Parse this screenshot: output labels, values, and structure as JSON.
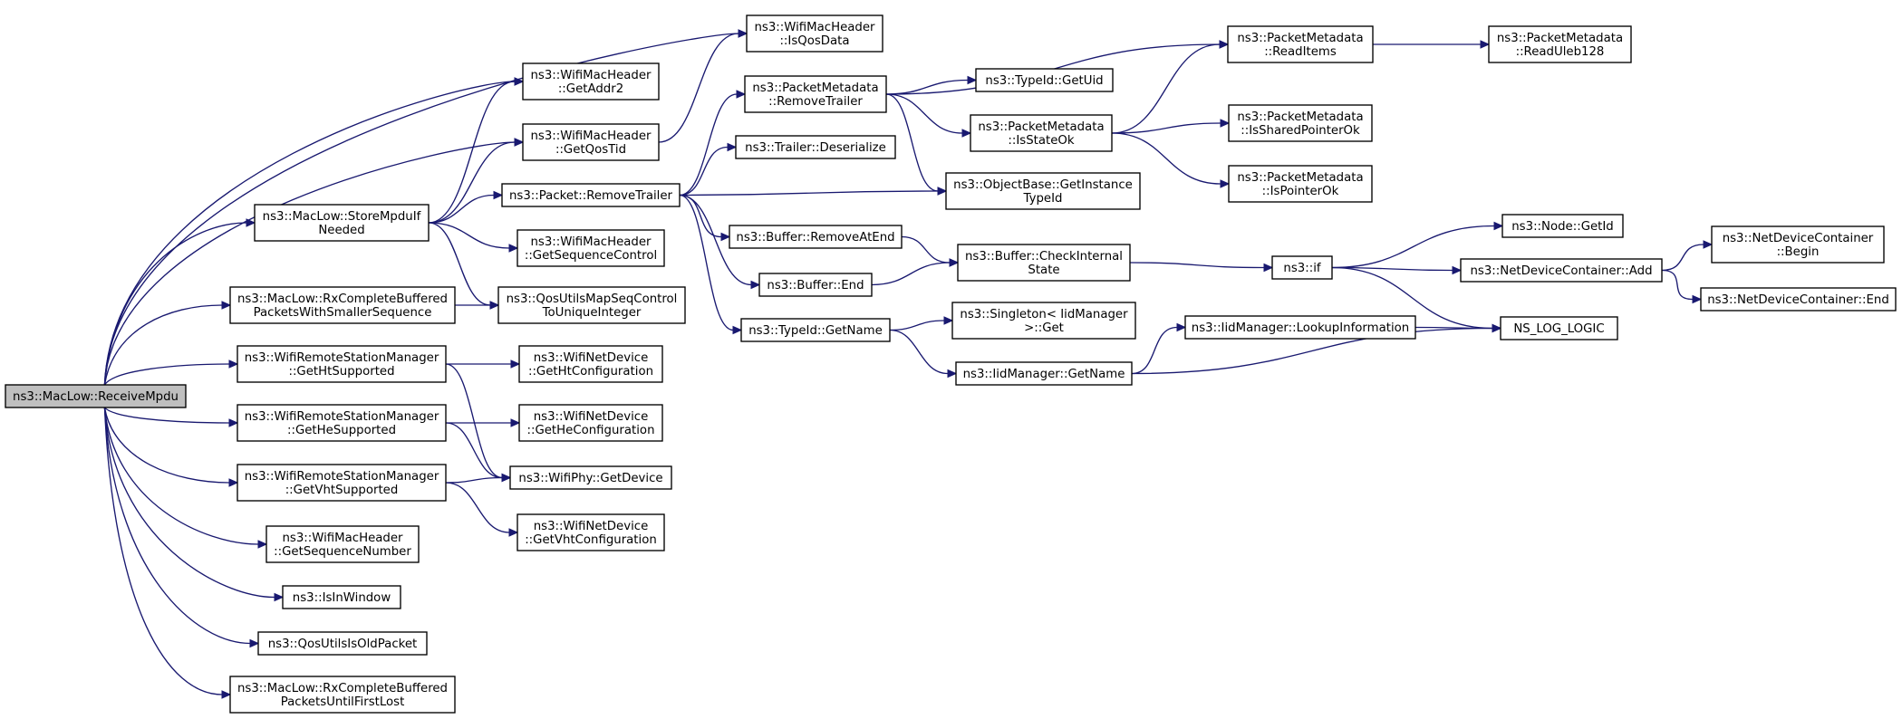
{
  "graph": {
    "colors": {
      "edge": "#191970",
      "root_fill": "#bfbfbf",
      "node_fill": "#ffffff",
      "border": "#000000"
    },
    "nodes": [
      {
        "id": "receiveMpdu",
        "lines": [
          "ns3::MacLow::ReceiveMpdu"
        ],
        "root": true
      },
      {
        "id": "isQosData",
        "lines": [
          "ns3::WifiMacHeader",
          "::IsQosData"
        ]
      },
      {
        "id": "getAddr2",
        "lines": [
          "ns3::WifiMacHeader",
          "::GetAddr2"
        ]
      },
      {
        "id": "getQosTid",
        "lines": [
          "ns3::WifiMacHeader",
          "::GetQosTid"
        ]
      },
      {
        "id": "storeMpdu",
        "lines": [
          "ns3::MacLow::StoreMpduIf",
          "Needed"
        ]
      },
      {
        "id": "rxSmaller",
        "lines": [
          "ns3::MacLow::RxCompleteBuffered",
          "PacketsWithSmallerSequence"
        ]
      },
      {
        "id": "getHtSupported",
        "lines": [
          "ns3::WifiRemoteStationManager",
          "::GetHtSupported"
        ]
      },
      {
        "id": "getHeSupported",
        "lines": [
          "ns3::WifiRemoteStationManager",
          "::GetHeSupported"
        ]
      },
      {
        "id": "getVhtSupported",
        "lines": [
          "ns3::WifiRemoteStationManager",
          "::GetVhtSupported"
        ]
      },
      {
        "id": "getSeqNumber",
        "lines": [
          "ns3::WifiMacHeader",
          "::GetSequenceNumber"
        ]
      },
      {
        "id": "isInWindow",
        "lines": [
          "ns3::IsInWindow"
        ]
      },
      {
        "id": "qosOld",
        "lines": [
          "ns3::QosUtilsIsOldPacket"
        ]
      },
      {
        "id": "rxFirstLost",
        "lines": [
          "ns3::MacLow::RxCompleteBuffered",
          "PacketsUntilFirstLost"
        ]
      },
      {
        "id": "pmRemoveTrailer",
        "lines": [
          "ns3::PacketMetadata",
          "::RemoveTrailer"
        ]
      },
      {
        "id": "trailerDeser",
        "lines": [
          "ns3::Trailer::Deserialize"
        ]
      },
      {
        "id": "pktRemoveTrailer",
        "lines": [
          "ns3::Packet::RemoveTrailer"
        ]
      },
      {
        "id": "getSeqControl",
        "lines": [
          "ns3::WifiMacHeader",
          "::GetSequenceControl"
        ]
      },
      {
        "id": "qosMapSeq",
        "lines": [
          "ns3::QosUtilsMapSeqControl",
          "ToUniqueInteger"
        ]
      },
      {
        "id": "getHtConfig",
        "lines": [
          "ns3::WifiNetDevice",
          "::GetHtConfiguration"
        ]
      },
      {
        "id": "getHeConfig",
        "lines": [
          "ns3::WifiNetDevice",
          "::GetHeConfiguration"
        ]
      },
      {
        "id": "phyGetDevice",
        "lines": [
          "ns3::WifiPhy::GetDevice"
        ]
      },
      {
        "id": "getVhtConfig",
        "lines": [
          "ns3::WifiNetDevice",
          "::GetVhtConfiguration"
        ]
      },
      {
        "id": "bufRemoveAtEnd",
        "lines": [
          "ns3::Buffer::RemoveAtEnd"
        ]
      },
      {
        "id": "bufEnd",
        "lines": [
          "ns3::Buffer::End"
        ]
      },
      {
        "id": "typeIdGetName",
        "lines": [
          "ns3::TypeId::GetName"
        ]
      },
      {
        "id": "readItems",
        "lines": [
          "ns3::PacketMetadata",
          "::ReadItems"
        ]
      },
      {
        "id": "typeIdGetUid",
        "lines": [
          "ns3::TypeId::GetUid"
        ]
      },
      {
        "id": "isStateOk",
        "lines": [
          "ns3::PacketMetadata",
          "::IsStateOk"
        ]
      },
      {
        "id": "getInstanceTypeId",
        "lines": [
          "ns3::ObjectBase::GetInstance",
          "TypeId"
        ]
      },
      {
        "id": "checkInternal",
        "lines": [
          "ns3::Buffer::CheckInternal",
          "State"
        ]
      },
      {
        "id": "singletonGet",
        "lines": [
          "ns3::Singleton< IidManager",
          ">::Get"
        ]
      },
      {
        "id": "iidGetName",
        "lines": [
          "ns3::IidManager::GetName"
        ]
      },
      {
        "id": "iidLookup",
        "lines": [
          "ns3::IidManager::LookupInformation"
        ]
      },
      {
        "id": "isSharedPtrOk",
        "lines": [
          "ns3::PacketMetadata",
          "::IsSharedPointerOk"
        ]
      },
      {
        "id": "isPointerOk",
        "lines": [
          "ns3::PacketMetadata",
          "::IsPointerOk"
        ]
      },
      {
        "id": "readUleb",
        "lines": [
          "ns3::PacketMetadata",
          "::ReadUleb128"
        ]
      },
      {
        "id": "nsIf",
        "lines": [
          "ns3::if"
        ]
      },
      {
        "id": "nodeGetId",
        "lines": [
          "ns3::Node::GetId"
        ]
      },
      {
        "id": "ndcAdd",
        "lines": [
          "ns3::NetDeviceContainer::Add"
        ]
      },
      {
        "id": "nsLogLogic",
        "lines": [
          "NS_LOG_LOGIC"
        ]
      },
      {
        "id": "ndcBegin",
        "lines": [
          "ns3::NetDeviceContainer",
          "::Begin"
        ]
      },
      {
        "id": "ndcEnd",
        "lines": [
          "ns3::NetDeviceContainer::End"
        ]
      }
    ],
    "edges": [
      {
        "from": "receiveMpdu",
        "to": "isQosData"
      },
      {
        "from": "receiveMpdu",
        "to": "getAddr2"
      },
      {
        "from": "receiveMpdu",
        "to": "getQosTid"
      },
      {
        "from": "receiveMpdu",
        "to": "storeMpdu"
      },
      {
        "from": "receiveMpdu",
        "to": "rxSmaller"
      },
      {
        "from": "receiveMpdu",
        "to": "getHtSupported"
      },
      {
        "from": "receiveMpdu",
        "to": "getHeSupported"
      },
      {
        "from": "receiveMpdu",
        "to": "getVhtSupported"
      },
      {
        "from": "receiveMpdu",
        "to": "getSeqNumber"
      },
      {
        "from": "receiveMpdu",
        "to": "isInWindow"
      },
      {
        "from": "receiveMpdu",
        "to": "qosOld"
      },
      {
        "from": "receiveMpdu",
        "to": "rxFirstLost"
      },
      {
        "from": "getQosTid",
        "to": "isQosData"
      },
      {
        "from": "storeMpdu",
        "to": "getAddr2"
      },
      {
        "from": "storeMpdu",
        "to": "getQosTid"
      },
      {
        "from": "storeMpdu",
        "to": "pktRemoveTrailer"
      },
      {
        "from": "storeMpdu",
        "to": "getSeqControl"
      },
      {
        "from": "storeMpdu",
        "to": "qosMapSeq"
      },
      {
        "from": "rxSmaller",
        "to": "qosMapSeq"
      },
      {
        "from": "getHtSupported",
        "to": "getHtConfig"
      },
      {
        "from": "getHtSupported",
        "to": "phyGetDevice"
      },
      {
        "from": "getHeSupported",
        "to": "getHeConfig"
      },
      {
        "from": "getHeSupported",
        "to": "phyGetDevice"
      },
      {
        "from": "getVhtSupported",
        "to": "phyGetDevice"
      },
      {
        "from": "getVhtSupported",
        "to": "getVhtConfig"
      },
      {
        "from": "pktRemoveTrailer",
        "to": "pmRemoveTrailer"
      },
      {
        "from": "pktRemoveTrailer",
        "to": "trailerDeser"
      },
      {
        "from": "pktRemoveTrailer",
        "to": "getInstanceTypeId"
      },
      {
        "from": "pktRemoveTrailer",
        "to": "bufRemoveAtEnd"
      },
      {
        "from": "pktRemoveTrailer",
        "to": "bufEnd"
      },
      {
        "from": "pktRemoveTrailer",
        "to": "typeIdGetName"
      },
      {
        "from": "pmRemoveTrailer",
        "to": "readItems"
      },
      {
        "from": "pmRemoveTrailer",
        "to": "typeIdGetUid"
      },
      {
        "from": "pmRemoveTrailer",
        "to": "isStateOk"
      },
      {
        "from": "pmRemoveTrailer",
        "to": "getInstanceTypeId"
      },
      {
        "from": "isStateOk",
        "to": "readItems"
      },
      {
        "from": "isStateOk",
        "to": "isSharedPtrOk"
      },
      {
        "from": "isStateOk",
        "to": "isPointerOk"
      },
      {
        "from": "readItems",
        "to": "readUleb"
      },
      {
        "from": "bufRemoveAtEnd",
        "to": "checkInternal"
      },
      {
        "from": "bufEnd",
        "to": "checkInternal"
      },
      {
        "from": "checkInternal",
        "to": "nsIf"
      },
      {
        "from": "nsIf",
        "to": "nodeGetId"
      },
      {
        "from": "nsIf",
        "to": "ndcAdd"
      },
      {
        "from": "nsIf",
        "to": "nsLogLogic"
      },
      {
        "from": "ndcAdd",
        "to": "ndcBegin"
      },
      {
        "from": "ndcAdd",
        "to": "ndcEnd"
      },
      {
        "from": "typeIdGetName",
        "to": "singletonGet"
      },
      {
        "from": "typeIdGetName",
        "to": "iidGetName"
      },
      {
        "from": "iidGetName",
        "to": "iidLookup"
      },
      {
        "from": "iidGetName",
        "to": "nsLogLogic"
      },
      {
        "from": "iidLookup",
        "to": "nsLogLogic"
      }
    ]
  }
}
